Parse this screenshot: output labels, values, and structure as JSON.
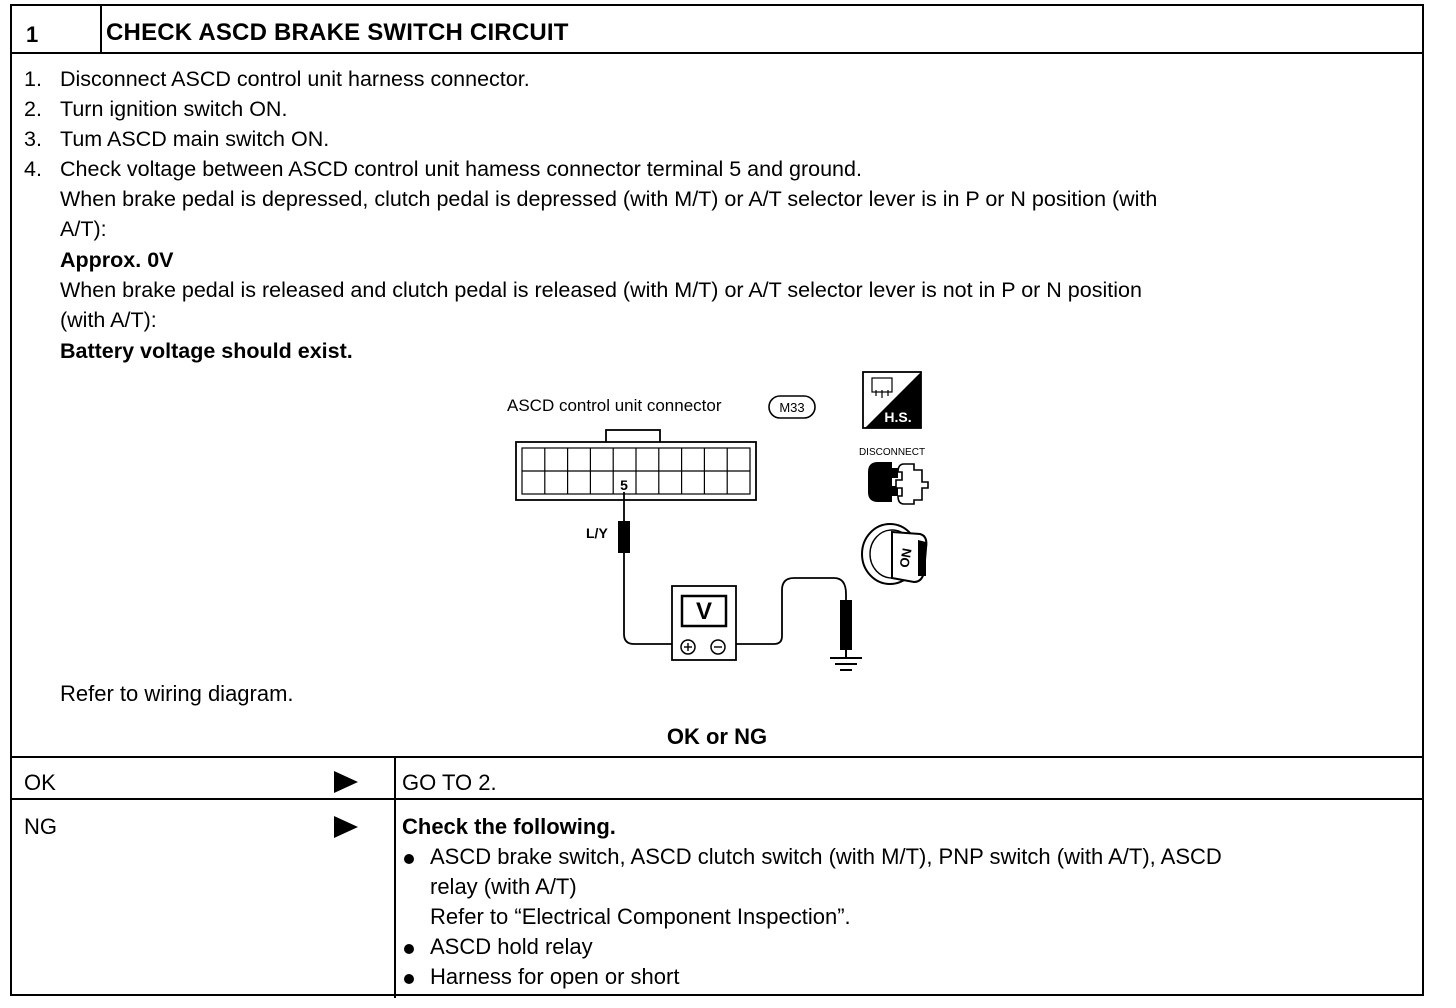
{
  "header": {
    "step_number": "1",
    "title": "CHECK ASCD BRAKE SWITCH CIRCUIT"
  },
  "steps": [
    {
      "num": "1.",
      "text": "Disconnect ASCD control unit harness connector."
    },
    {
      "num": "2.",
      "text": "Turn ignition switch ON."
    },
    {
      "num": "3.",
      "text": "Tum ASCD main switch ON."
    },
    {
      "num": "4.",
      "text": "Check voltage between ASCD control unit hamess connector terminal 5 and ground."
    }
  ],
  "step4_details": {
    "line1": "When brake pedal is depressed, clutch pedal is depressed (with M/T) or A/T selector lever is in P or N position (with",
    "line2": "A/T):",
    "spec1": "Approx. 0V",
    "line3": "When brake pedal is released and clutch pedal is released (with M/T) or A/T selector lever is not in P or N position",
    "line4": "(with A/T):",
    "spec2": "Battery voltage should exist."
  },
  "diagram": {
    "connector_label": "ASCD control unit connector",
    "connector_id": "M33",
    "terminal": "5",
    "wire_color": "L/Y",
    "meter_label": "V",
    "hs_label": "H.S.",
    "disconnect_label": "DISCONNECT",
    "key_label": "ON",
    "plus": "+",
    "minus": "−"
  },
  "refer_text": "Refer to wiring diagram.",
  "result_prompt": "OK or NG",
  "results": {
    "ok_label": "OK",
    "ok_action": "GO TO 2.",
    "ng_label": "NG",
    "ng_heading": "Check the following.",
    "ng_items": [
      "ASCD brake switch, ASCD clutch switch (with M/T), PNP switch (with A/T), ASCD",
      "relay (with A/T)",
      "Refer to “Electrical Component Inspection”.",
      "ASCD hold relay",
      "Harness for open or short"
    ]
  }
}
